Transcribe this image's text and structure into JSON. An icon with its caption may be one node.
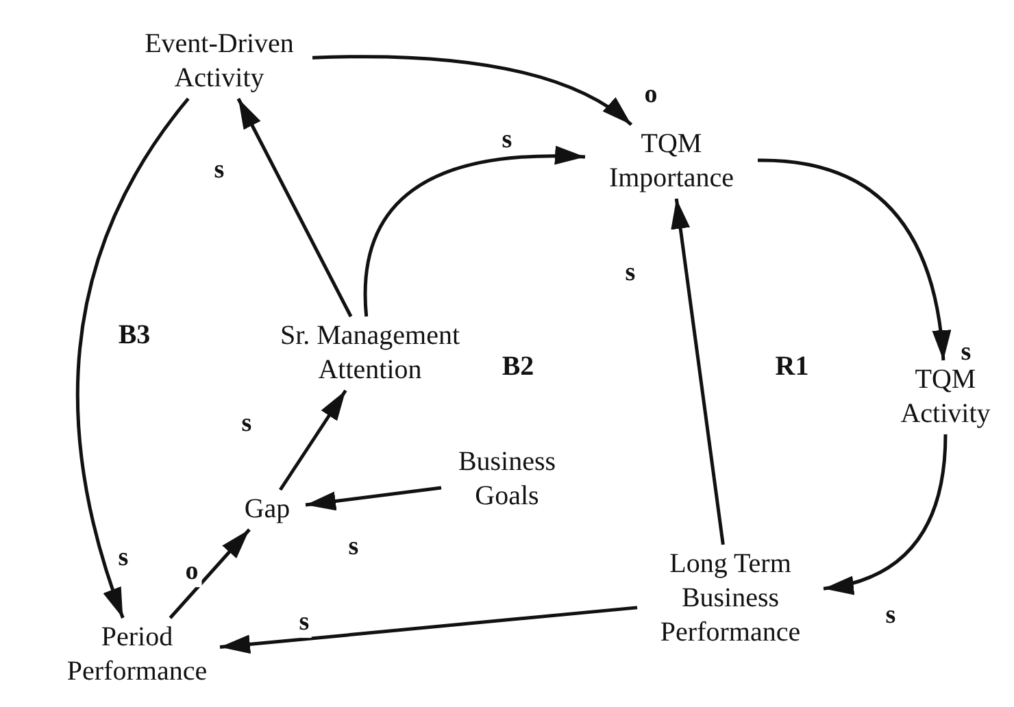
{
  "diagram": {
    "nodes": [
      {
        "text": [
          "Event-Driven Activity"
        ]
      },
      {
        "text": [
          "TQM Importance"
        ]
      },
      {
        "text": [
          "Sr. Management Attention"
        ]
      },
      {
        "text": [
          "TQM Activity"
        ]
      },
      {
        "text": [
          "Business Goals"
        ]
      },
      {
        "text": [
          "Gap"
        ]
      },
      {
        "text": [
          "Long Term Business Performance"
        ]
      },
      {
        "text": [
          "Period Performance"
        ]
      }
    ],
    "edges": [
      {
        "from": 0,
        "to": 1,
        "arrow": "to",
        "label": "o"
      },
      {
        "from": 0,
        "to": 7,
        "arrow": "to",
        "label": "s"
      },
      {
        "from": 2,
        "to": 0,
        "arrow": "to",
        "label": "s"
      },
      {
        "from": 2,
        "to": 1,
        "arrow": "to",
        "label": "s"
      },
      {
        "from": 1,
        "to": 3,
        "arrow": "to",
        "label": "s"
      },
      {
        "from": 3,
        "to": 6,
        "arrow": "to",
        "label": "s"
      },
      {
        "from": 6,
        "to": 1,
        "arrow": "to",
        "label": "s"
      },
      {
        "from": 6,
        "to": 7,
        "arrow": "to",
        "label": "s"
      },
      {
        "from": 4,
        "to": 5,
        "arrow": "to",
        "label": "s"
      },
      {
        "from": 5,
        "to": 2,
        "arrow": "to",
        "label": "s"
      },
      {
        "from": 7,
        "to": 5,
        "arrow": "to",
        "label": "o"
      }
    ],
    "labels": [
      "B3",
      "B2",
      "R1"
    ]
  }
}
